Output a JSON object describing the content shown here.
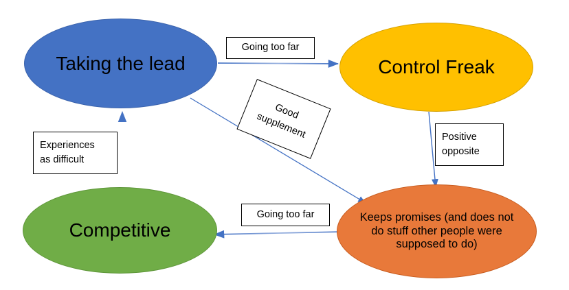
{
  "diagram": {
    "title": "Taking the lead / Control Freak / Competitive concept map",
    "background_color": "#FFFFFF",
    "nodes": [
      {
        "id": "taking-the-lead",
        "label": "Taking the lead",
        "shape": "ellipse",
        "fill_color": "#4472C4",
        "border_color": "#3B63AC",
        "text_color": "#000000"
      },
      {
        "id": "control-freak",
        "label": "Control Freak",
        "shape": "ellipse",
        "fill_color": "#FFC000",
        "border_color": "#D4A000",
        "text_color": "#000000"
      },
      {
        "id": "competitive",
        "label": "Competitive",
        "shape": "ellipse",
        "fill_color": "#70AD47",
        "border_color": "#5E9639",
        "text_color": "#000000"
      },
      {
        "id": "keeps-promises",
        "label": "Keeps promises (and does not do stuff other people were supposed to do)",
        "shape": "ellipse",
        "fill_color": "#E8793A",
        "border_color": "#C75B1E",
        "text_color": "#000000"
      }
    ],
    "edge_labels": [
      {
        "id": "going-too-far-top",
        "text": "Going too far"
      },
      {
        "id": "good-supplement",
        "text": "Good\nsupplement"
      },
      {
        "id": "experiences-as-difficult",
        "text": "Experiences\nas difficult"
      },
      {
        "id": "positive-opposite",
        "text": "Positive\nopposite"
      },
      {
        "id": "going-too-far-bottom",
        "text": "Going too far"
      }
    ],
    "edges": [
      {
        "id": "taking-the-lead-to-control-freak",
        "from": "taking-the-lead",
        "to": "control-freak",
        "label": "Going too far",
        "color": "#4472C4"
      },
      {
        "id": "taking-the-lead-to-keeps-promises",
        "from": "taking-the-lead",
        "to": "keeps-promises",
        "label": "Good supplement",
        "color": "#4472C4"
      },
      {
        "id": "control-freak-to-keeps-promises",
        "from": "control-freak",
        "to": "keeps-promises",
        "label": "Positive opposite",
        "color": "#4472C4"
      },
      {
        "id": "keeps-promises-to-competitive",
        "from": "keeps-promises",
        "to": "competitive",
        "label": "Going too far",
        "color": "#4472C4"
      },
      {
        "id": "competitive-to-taking-the-lead",
        "from": "competitive",
        "to": "taking-the-lead",
        "label": "Experiences as difficult",
        "color": "#4472C4"
      }
    ]
  }
}
